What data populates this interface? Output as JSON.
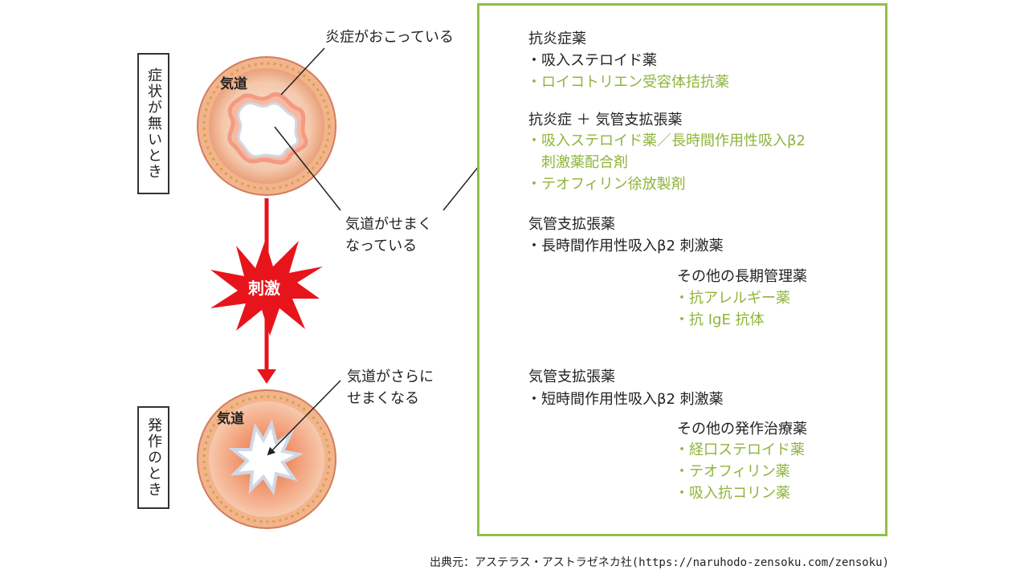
{
  "labels": {
    "no_symptoms": "症状が無いとき",
    "attack": "発作のとき",
    "airway_top": "気道",
    "airway_bottom": "気道",
    "stimulus": "刺激"
  },
  "notes": {
    "inflammation": "炎症がおこっている",
    "narrow_line1": "気道がせまく",
    "narrow_line2": "なっている",
    "more_narrow_line1": "気道がさらに",
    "more_narrow_line2": "せまくなる"
  },
  "panel": {
    "g1_title": "抗炎症薬",
    "g1_item1": "・吸入ステロイド薬",
    "g1_item2": "・ロイコトリエン受容体拮抗薬",
    "g2_title": "抗炎症 ＋ 気管支拡張薬",
    "g2_item1a": "・吸入ステロイド薬／長時間作用性吸入β2",
    "g2_item1b": "刺激薬配合剤",
    "g2_item2": "・テオフィリン徐放製剤",
    "g3_title": "気管支拡張薬",
    "g3_item1": "・長時間作用性吸入β2 刺激薬",
    "g3_other_title": "その他の長期管理薬",
    "g3_other1": "・抗アレルギー薬",
    "g3_other2": "・抗 IgE 抗体",
    "g4_title": "気管支拡張薬",
    "g4_item1": "・短時間作用性吸入β2 刺激薬",
    "g4_other_title": "その他の発作治療薬",
    "g4_other1": "・経口ステロイド薬",
    "g4_other2": "・テオフィリン薬",
    "g4_other3": "・吸入抗コリン薬"
  },
  "source": "出典元：アステラス・アストラゼネカ社(https://naruhodo-zensoku.com/zensoku)",
  "colors": {
    "panel_border": "#8fc045",
    "green_text": "#8fb43a",
    "arrow_red": "#e8141b",
    "airway_outer": "#e8956a",
    "airway_inner": "#f6d6bf",
    "lumen": "#ffffff"
  }
}
